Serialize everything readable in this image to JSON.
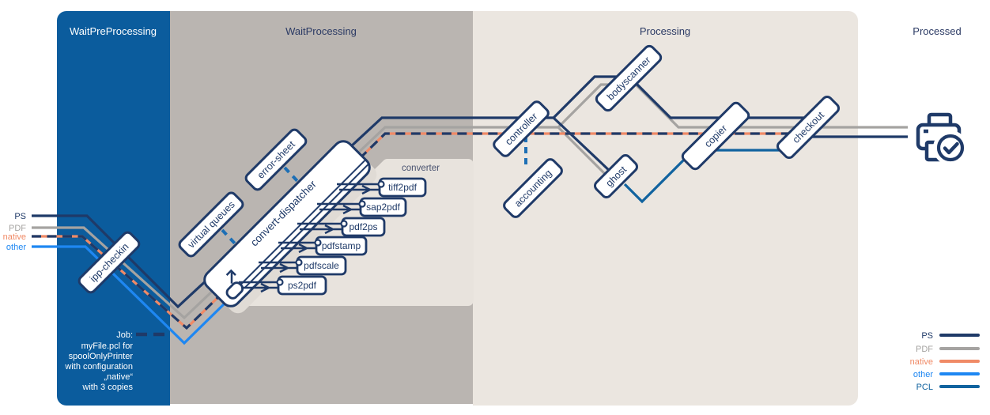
{
  "stages": [
    {
      "label": "WaitPreProcessing"
    },
    {
      "label": "WaitProcessing"
    },
    {
      "label": "Processing"
    },
    {
      "label": "Processed"
    }
  ],
  "legend_left": {
    "items": [
      {
        "label": "PS",
        "color": "#1f3a68"
      },
      {
        "label": "PDF",
        "color": "#a5a3a1"
      },
      {
        "label": "native",
        "color": "#f08a66"
      },
      {
        "label": "other",
        "color": "#1e87f2"
      }
    ]
  },
  "legend_right": {
    "items": [
      {
        "label": "PS",
        "color": "#1f3a68"
      },
      {
        "label": "PDF",
        "color": "#a5a3a1"
      },
      {
        "label": "native",
        "color": "#f08a66"
      },
      {
        "label": "other",
        "color": "#1e87f2"
      },
      {
        "label": "PCL",
        "color": "#11639f"
      }
    ]
  },
  "nodes": {
    "ipp_checkin": {
      "label": "ipp-checkin"
    },
    "virtual_queues": {
      "label": "virtual queues"
    },
    "error_sheet": {
      "label": "error-sheet"
    },
    "convert_dispatcher": {
      "label": "convert-dispatcher"
    },
    "controller": {
      "label": "controller"
    },
    "accounting": {
      "label": "accounting"
    },
    "bodyscanner": {
      "label": "bodyscanner"
    },
    "ghost": {
      "label": "ghost"
    },
    "copier": {
      "label": "copier"
    },
    "checkout": {
      "label": "checkout"
    }
  },
  "converter": {
    "label": "converter",
    "tools": [
      {
        "label": "tiff2pdf"
      },
      {
        "label": "sap2pdf"
      },
      {
        "label": "pdf2ps"
      },
      {
        "label": "pdfstamp"
      },
      {
        "label": "pdfscale"
      },
      {
        "label": "ps2pdf"
      }
    ]
  },
  "job": {
    "title": "Job:",
    "lines": [
      "myFile.pcl for",
      "spoolOnlyPrinter",
      "with configuration",
      "„native“",
      "with 3 copies"
    ]
  },
  "colors": {
    "panel_blue": "#0b5c9d",
    "panel_gray": "#bab5b1",
    "panel_beige": "#ebe6e0",
    "converter_panel": "#e8e3dd",
    "navy": "#1f3a68",
    "pdf_gray": "#a5a3a1",
    "native_orange": "#f08a66",
    "other_blue": "#1e87f2",
    "pcl_blue": "#11639f",
    "connector_blue": "#1d6fb5"
  }
}
